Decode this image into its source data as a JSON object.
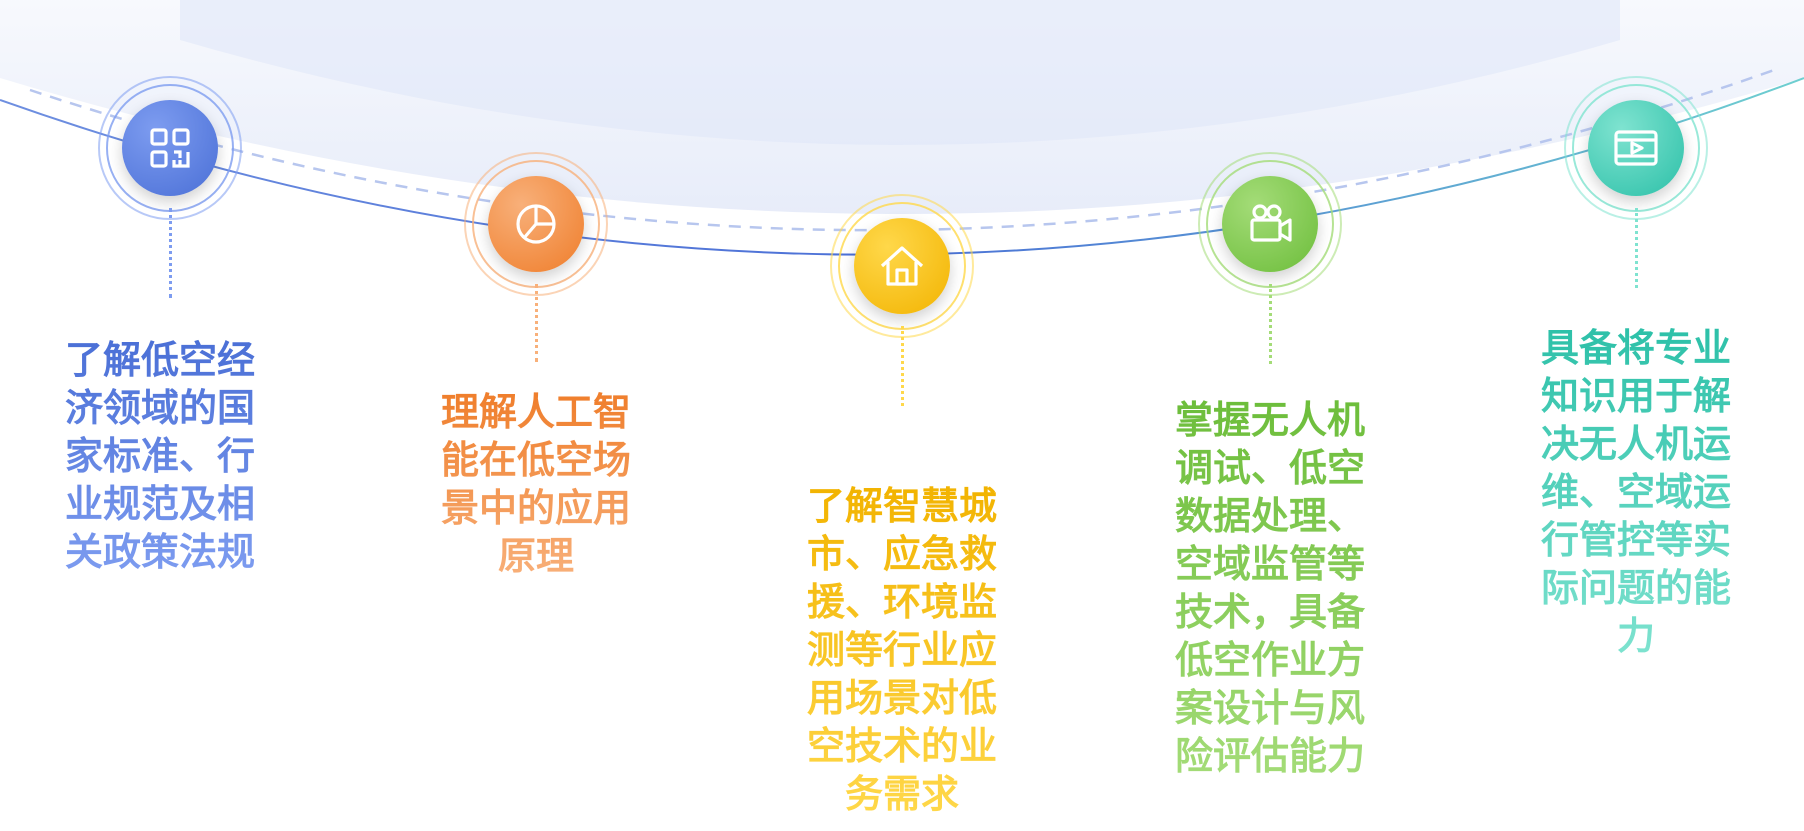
{
  "nodes": [
    {
      "id": "n1",
      "icon": "qr-grid-icon",
      "color": "#4a6fd6",
      "color_light": "#7d9cf0",
      "text": "了解低空经济领域的国家标准、行业规范及相关政策法规"
    },
    {
      "id": "n2",
      "icon": "pie-chart-icon",
      "color": "#ef7d2a",
      "color_light": "#f8b07a",
      "text": "理解人工智能在低空场景中的应用原理"
    },
    {
      "id": "n3",
      "icon": "house-icon",
      "color": "#f2b300",
      "color_light": "#ffd84a",
      "text": "了解智慧城市、应急救援、环境监测等行业应用场景对低空技术的业务需求"
    },
    {
      "id": "n4",
      "icon": "video-camera-icon",
      "color": "#6cbd3a",
      "color_light": "#a4dc78",
      "text": "掌握无人机调试、低空数据处理、空域监管等技术，具备低空作业方案设计与风险评估能力"
    },
    {
      "id": "n5",
      "icon": "video-play-icon",
      "color": "#2cc0a8",
      "color_light": "#7fe3d0",
      "text": "具备将专业知识用于解决无人机运维、空域运行管控等实际问题的能力"
    }
  ]
}
